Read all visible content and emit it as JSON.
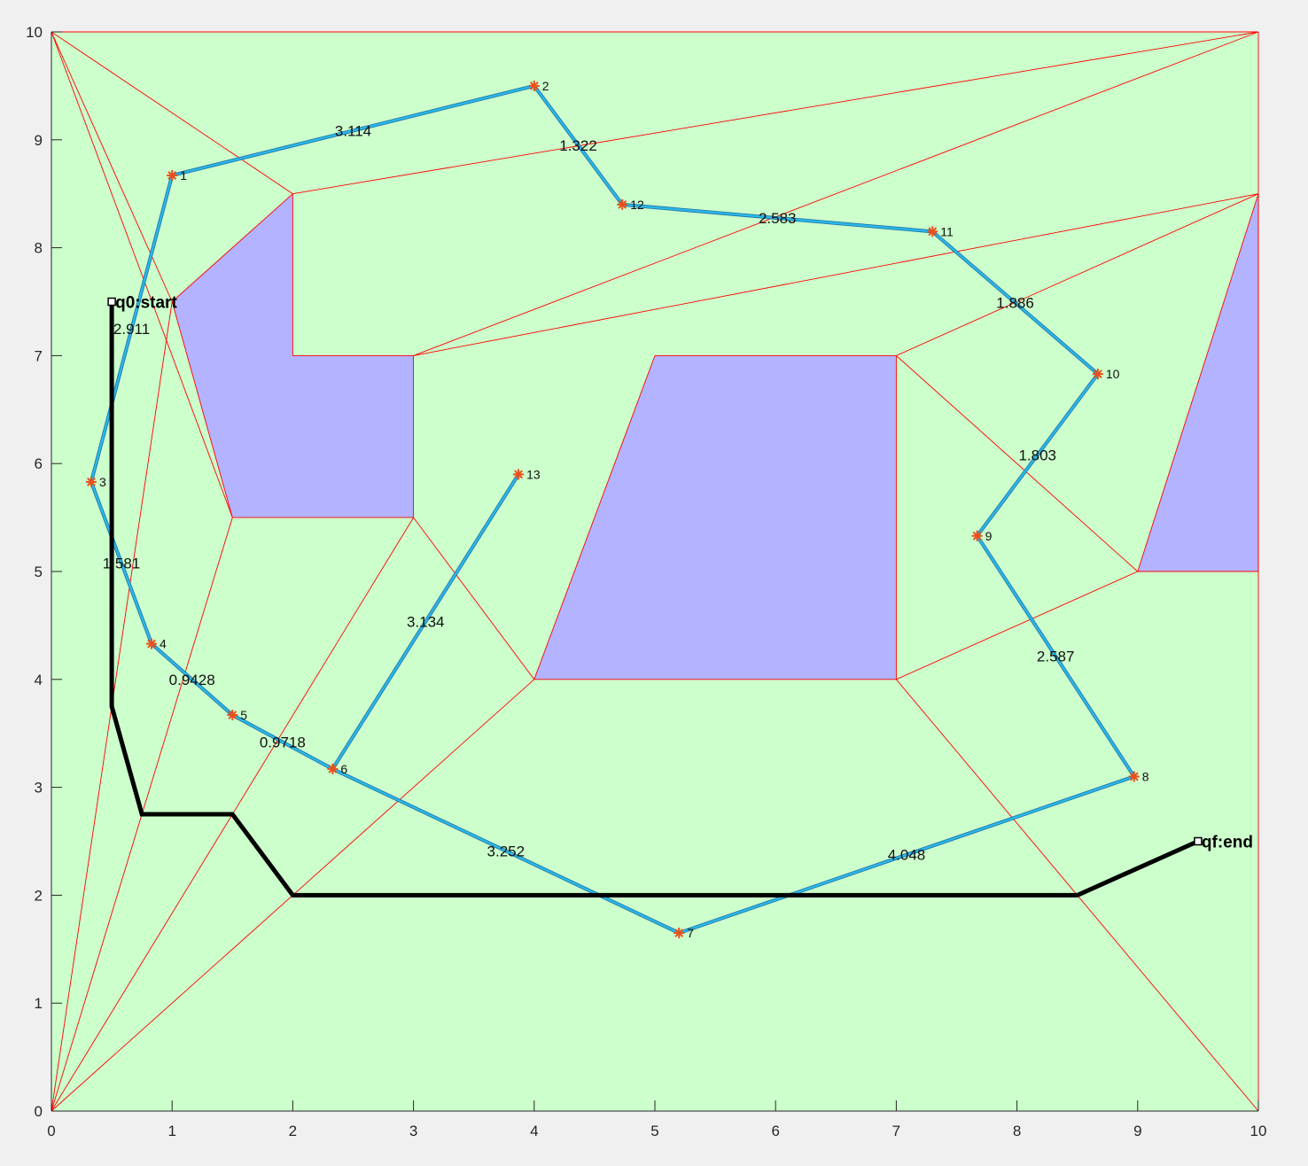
{
  "chart_data": {
    "type": "line",
    "title": "",
    "xlabel": "",
    "ylabel": "",
    "xlim": [
      0,
      10
    ],
    "ylim": [
      0,
      10
    ],
    "xticks": [
      "0",
      "1",
      "2",
      "3",
      "4",
      "5",
      "6",
      "7",
      "8",
      "9",
      "10"
    ],
    "yticks": [
      "0",
      "1",
      "2",
      "3",
      "4",
      "5",
      "6",
      "7",
      "8",
      "9",
      "10"
    ],
    "grid": false,
    "colors": {
      "free_space": "#ccffcc",
      "obstacle": "#b3b3ff",
      "triangulation": "#ff0000",
      "graph_edge": "#2ab8e6",
      "graph_edge_outline": "#1f6fa8",
      "node_marker": "#e8501c",
      "path": "#000000",
      "axis": "#262626"
    },
    "obstacles": [
      [
        [
          1,
          7.5
        ],
        [
          2,
          8.5
        ],
        [
          2,
          7
        ],
        [
          3,
          7
        ],
        [
          3,
          5.5
        ],
        [
          1.5,
          5.5
        ]
      ],
      [
        [
          5,
          7
        ],
        [
          7,
          7
        ],
        [
          7,
          4
        ],
        [
          4,
          4
        ]
      ],
      [
        [
          9,
          5
        ],
        [
          10,
          8.5
        ],
        [
          10,
          5
        ]
      ]
    ],
    "triangulation_segments": [
      [
        [
          0,
          10
        ],
        [
          10,
          10
        ]
      ],
      [
        [
          10,
          10
        ],
        [
          10,
          0
        ]
      ],
      [
        [
          10,
          0
        ],
        [
          0,
          0
        ]
      ],
      [
        [
          0,
          0
        ],
        [
          0,
          10
        ]
      ],
      [
        [
          0,
          10
        ],
        [
          2,
          8.5
        ]
      ],
      [
        [
          2,
          8.5
        ],
        [
          10,
          10
        ]
      ],
      [
        [
          0,
          10
        ],
        [
          1,
          7.5
        ]
      ],
      [
        [
          0,
          10
        ],
        [
          1.5,
          5.5
        ]
      ],
      [
        [
          1,
          7.5
        ],
        [
          2,
          8.5
        ]
      ],
      [
        [
          2,
          8.5
        ],
        [
          2,
          7
        ]
      ],
      [
        [
          2,
          7
        ],
        [
          3,
          7
        ]
      ],
      [
        [
          3,
          7
        ],
        [
          10,
          10
        ]
      ],
      [
        [
          3,
          7
        ],
        [
          3,
          5.5
        ]
      ],
      [
        [
          3,
          5.5
        ],
        [
          1.5,
          5.5
        ]
      ],
      [
        [
          1.5,
          5.5
        ],
        [
          1,
          7.5
        ]
      ],
      [
        [
          3,
          7
        ],
        [
          10,
          8.5
        ]
      ],
      [
        [
          5,
          7
        ],
        [
          7,
          7
        ]
      ],
      [
        [
          7,
          7
        ],
        [
          7,
          4
        ]
      ],
      [
        [
          7,
          4
        ],
        [
          4,
          4
        ]
      ],
      [
        [
          4,
          4
        ],
        [
          5,
          7
        ]
      ],
      [
        [
          7,
          7
        ],
        [
          10,
          8.5
        ]
      ],
      [
        [
          7,
          7
        ],
        [
          9,
          5
        ]
      ],
      [
        [
          10,
          8.5
        ],
        [
          10,
          5
        ]
      ],
      [
        [
          10,
          5
        ],
        [
          9,
          5
        ]
      ],
      [
        [
          9,
          5
        ],
        [
          10,
          8.5
        ]
      ],
      [
        [
          7,
          4
        ],
        [
          9,
          5
        ]
      ],
      [
        [
          7,
          4
        ],
        [
          8.5,
          2
        ]
      ],
      [
        [
          8.5,
          2
        ],
        [
          10,
          0
        ]
      ],
      [
        [
          3,
          5.5
        ],
        [
          4,
          4
        ]
      ],
      [
        [
          4,
          4
        ],
        [
          2,
          2
        ]
      ],
      [
        [
          3,
          5.5
        ],
        [
          1.5,
          2.75
        ]
      ],
      [
        [
          1.5,
          5.5
        ],
        [
          0.75,
          2.75
        ]
      ],
      [
        [
          1,
          7.5
        ],
        [
          0,
          0
        ]
      ],
      [
        [
          0,
          0
        ],
        [
          2,
          2
        ]
      ],
      [
        [
          0,
          0
        ],
        [
          1.5,
          2.75
        ]
      ],
      [
        [
          0,
          0
        ],
        [
          0.75,
          2.75
        ]
      ]
    ],
    "nodes": [
      {
        "id": "1",
        "x": 1.0,
        "y": 8.67
      },
      {
        "id": "2",
        "x": 4.0,
        "y": 9.5
      },
      {
        "id": "3",
        "x": 0.33,
        "y": 5.83
      },
      {
        "id": "4",
        "x": 0.83,
        "y": 4.33
      },
      {
        "id": "5",
        "x": 1.5,
        "y": 3.67
      },
      {
        "id": "6",
        "x": 2.33,
        "y": 3.17
      },
      {
        "id": "7",
        "x": 5.2,
        "y": 1.65
      },
      {
        "id": "8",
        "x": 8.97,
        "y": 3.1
      },
      {
        "id": "9",
        "x": 7.67,
        "y": 5.33
      },
      {
        "id": "10",
        "x": 8.67,
        "y": 6.83
      },
      {
        "id": "11",
        "x": 7.3,
        "y": 8.15
      },
      {
        "id": "12",
        "x": 4.73,
        "y": 8.4
      },
      {
        "id": "13",
        "x": 3.87,
        "y": 5.9
      }
    ],
    "edges": [
      {
        "from": "1",
        "to": "2",
        "label": "3.114"
      },
      {
        "from": "2",
        "to": "12",
        "label": "1.322"
      },
      {
        "from": "12",
        "to": "11",
        "label": "2.583"
      },
      {
        "from": "11",
        "to": "10",
        "label": "1.886"
      },
      {
        "from": "10",
        "to": "9",
        "label": "1.803"
      },
      {
        "from": "9",
        "to": "8",
        "label": "2.587"
      },
      {
        "from": "8",
        "to": "7",
        "label": "4.048"
      },
      {
        "from": "7",
        "to": "6",
        "label": "3.252"
      },
      {
        "from": "6",
        "to": "13",
        "label": "3.134"
      },
      {
        "from": "6",
        "to": "5",
        "label": "0.9718"
      },
      {
        "from": "5",
        "to": "4",
        "label": "0.9428"
      },
      {
        "from": "4",
        "to": "3",
        "label": "1.581"
      },
      {
        "from": "3",
        "to": "1",
        "label": "2.911"
      }
    ],
    "path": [
      [
        0.5,
        7.5
      ],
      [
        0.5,
        3.75
      ],
      [
        0.75,
        2.75
      ],
      [
        1.5,
        2.75
      ],
      [
        2,
        2
      ],
      [
        8.5,
        2
      ],
      [
        9.5,
        2.5
      ]
    ],
    "start": {
      "x": 0.5,
      "y": 7.5,
      "label": "q0:start"
    },
    "end": {
      "x": 9.5,
      "y": 2.5,
      "label": "qf:end"
    }
  }
}
